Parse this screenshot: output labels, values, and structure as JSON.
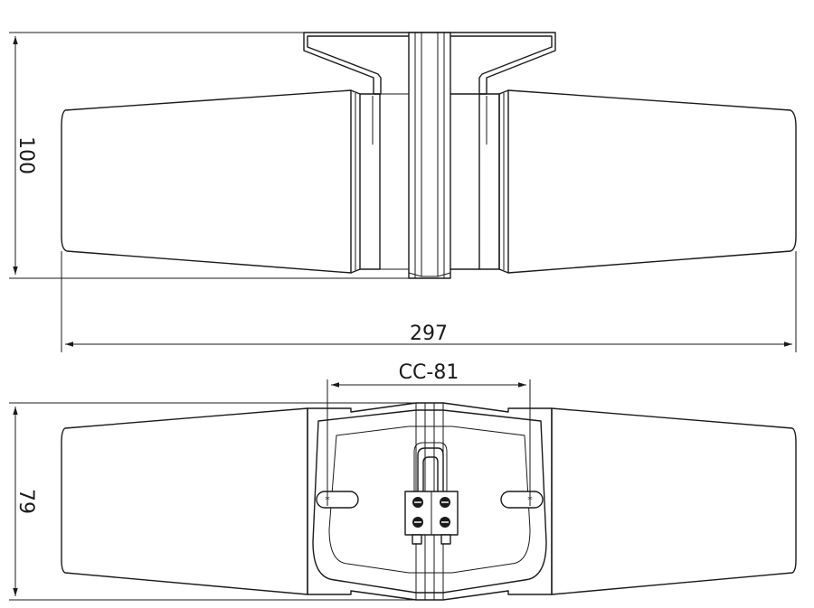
{
  "dimensions": {
    "height_top": "100",
    "length": "297",
    "center_distance": "CC-81",
    "height_bottom": "79"
  },
  "colors": {
    "line": "#1a1a1a",
    "background": "#ffffff"
  }
}
